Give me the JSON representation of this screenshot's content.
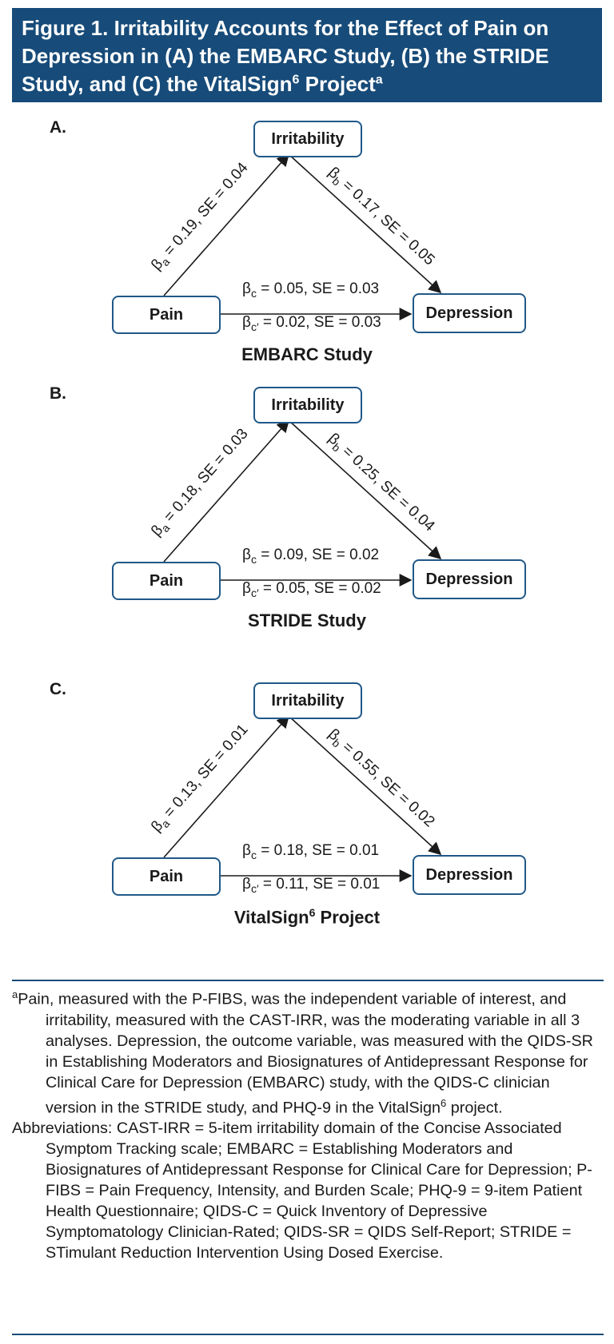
{
  "figure": {
    "title_main": "Figure 1. Irritability Accounts for the Effect of Pain on Depression in (A) the EMBARC Study, (B) the STRIDE Study, and (C) the VitalSign",
    "title_sup": "6",
    "title_after": " Project",
    "title_note_mark": "a"
  },
  "nodes": {
    "mediator": "Irritability",
    "predictor": "Pain",
    "outcome": "Depression"
  },
  "panels": [
    {
      "letter": "A.",
      "a_path": "= 0.19, SE = 0.04",
      "b_path": "= 0.17, SE = 0.05",
      "c_path": "= 0.05, SE = 0.03",
      "c_prime_path": "= 0.02, SE = 0.03",
      "study": "EMBARC Study",
      "study_sup": ""
    },
    {
      "letter": "B.",
      "a_path": "= 0.18, SE = 0.03",
      "b_path": "= 0.25, SE = 0.04",
      "c_path": "= 0.09, SE = 0.02",
      "c_prime_path": "= 0.05, SE = 0.02",
      "study": "STRIDE Study",
      "study_sup": ""
    },
    {
      "letter": "C.",
      "a_path": "= 0.13, SE = 0.01",
      "b_path": "= 0.55, SE = 0.02",
      "c_path": "= 0.18, SE = 0.01",
      "c_prime_path": "= 0.11, SE = 0.01",
      "study": "VitalSign",
      "study_sup": "6",
      "study_after": " Project"
    }
  ],
  "symbols": {
    "beta": "β",
    "sub_a": "a",
    "sub_b": "b",
    "sub_c": "c",
    "sub_cp": "c′"
  },
  "footnotes": {
    "a_mark": "a",
    "a_text_1": "Pain, measured with the P-FIBS, was the independent variable of interest, and irritability, measured with the CAST-IRR, was the moderating variable in all 3 analyses. Depression, the outcome variable, was measured with the QIDS-SR in Establishing Moderators and Biosignatures of Antidepressant Response for Clinical Care for Depression (EMBARC) study, with the QIDS-C clinician version in the STRIDE study, and PHQ-9 in the VitalSign",
    "a_sup": "6",
    "a_text_2": " project.",
    "abbreviations": "Abbreviations: CAST-IRR = 5-item irritability domain of the Concise Associated Symptom Tracking scale; EMBARC = Establishing Moderators and Biosignatures of Antidepressant Response for Clinical Care for Depression; P-FIBS = Pain Frequency, Intensity, and Burden Scale; PHQ-9 = 9-item Patient Health Questionnaire; QIDS-C = Quick Inventory of Depressive Symptomatology Clinician-Rated; QIDS-SR = QIDS Self-Report; STRIDE = STimulant Reduction Intervention Using Dosed Exercise."
  },
  "colors": {
    "header_bg": "#174b79",
    "box_border": "#205888"
  }
}
